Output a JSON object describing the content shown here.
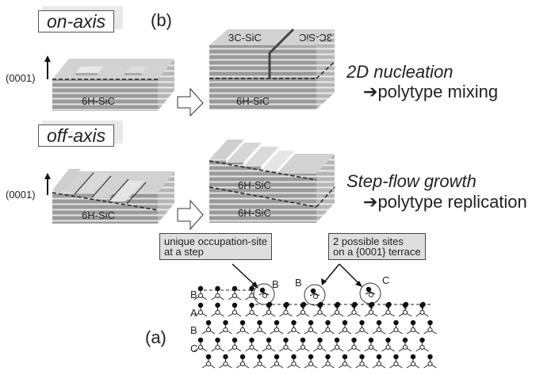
{
  "panel_b": {
    "tag": "(b)",
    "on_axis": {
      "label": "on-axis",
      "axis_label": "(0001)",
      "before_substrate": "6H-SiC",
      "after_top_left": "3C-SiC",
      "after_top_right": "3C-SiC",
      "after_substrate": "6H-SiC",
      "mechanism": "2D nucleation",
      "arrow_glyph": "➔",
      "result": "polytype mixing"
    },
    "off_axis": {
      "label": "off-axis",
      "axis_label": "(0001)",
      "before_substrate": "6H-SiC",
      "after_epilayer": "6H-SiC",
      "after_substrate": "6H-SiC",
      "mechanism": "Step-flow growth",
      "arrow_glyph": "➔",
      "result": "polytype replication"
    }
  },
  "panel_a": {
    "tag": "(a)",
    "callout_step": {
      "line1": "unique occupation-site",
      "line2": "at a step"
    },
    "callout_terrace": {
      "line1": "2 possible sites",
      "line2": "on a {0001} terrace"
    },
    "layer_labels": [
      "B",
      "A",
      "B",
      "C"
    ],
    "site_labels": {
      "step_site": "B",
      "terrace_site_1": "B",
      "terrace_site_2": "C"
    }
  },
  "colors": {
    "block_top": "#d4d4d4",
    "block_side": "#c4c4c4",
    "stripe_dark": "#9a9a9a",
    "stripe_light": "#e2e2e2",
    "callout_fill": "#dedede",
    "line": "#222222"
  }
}
